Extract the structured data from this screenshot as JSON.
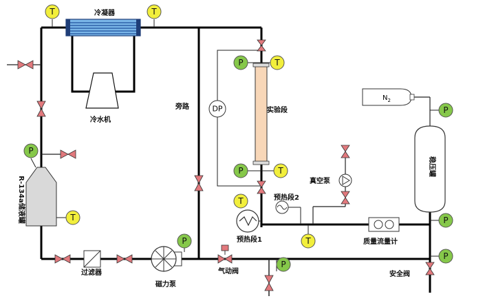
{
  "labels": {
    "condenser": "冷凝器",
    "chiller": "冷水机",
    "bypass": "旁路",
    "test_section": "实验段",
    "vacuum_pump": "真空泵",
    "preheater2": "预热段2",
    "preheater1": "预热段1",
    "mass_flowmeter": "质量流量计",
    "accumulator": "稳压罐",
    "nitrogen": "N",
    "nitrogen_sub": "2",
    "reservoir": "R-134a储液罐",
    "filter": "过滤器",
    "pump": "磁力泵",
    "pneumatic_valve": "气动阀",
    "safety_valve": "安全阀",
    "dp": "DP"
  },
  "gauges": {
    "temperature": "T",
    "pressure": "P"
  },
  "colors": {
    "pipe": "#000000",
    "valve": "#e2797d",
    "temperature_gauge": "#f2ef3c",
    "pressure_gauge": "#86c84a",
    "condenser": "#3a78c8",
    "test_section": "#f8d7b8",
    "reservoir": "#d9d9d9",
    "accumulator": "#ffffff"
  },
  "icons": [
    "valve-icon",
    "temperature-gauge-icon",
    "pressure-gauge-icon",
    "heat-exchanger-icon",
    "pump-icon",
    "filter-icon",
    "flowmeter-icon",
    "gas-cylinder-icon",
    "vacuum-pump-icon",
    "tank-icon"
  ]
}
